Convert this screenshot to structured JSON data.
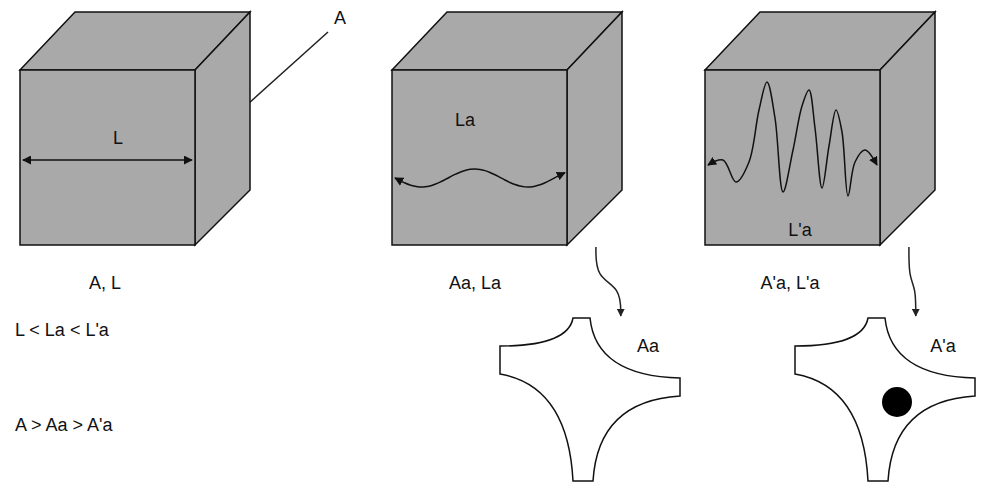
{
  "diagram": {
    "nodes": [
      {
        "text": [
          "L",
          "A, L"
        ]
      },
      {
        "text": [
          "La",
          "Aa, La"
        ]
      },
      {
        "text": [
          "L'a",
          "A'a, L'a"
        ]
      },
      {
        "text": [
          "Aa"
        ]
      },
      {
        "text": [
          "A'a"
        ]
      }
    ],
    "edges": [
      {
        "from": 1,
        "to": 3,
        "arrow": "to"
      },
      {
        "from": 2,
        "to": 4,
        "arrow": "to"
      }
    ],
    "labels": [
      "A",
      "L < La < L'a",
      "A > Aa > A'a"
    ]
  }
}
